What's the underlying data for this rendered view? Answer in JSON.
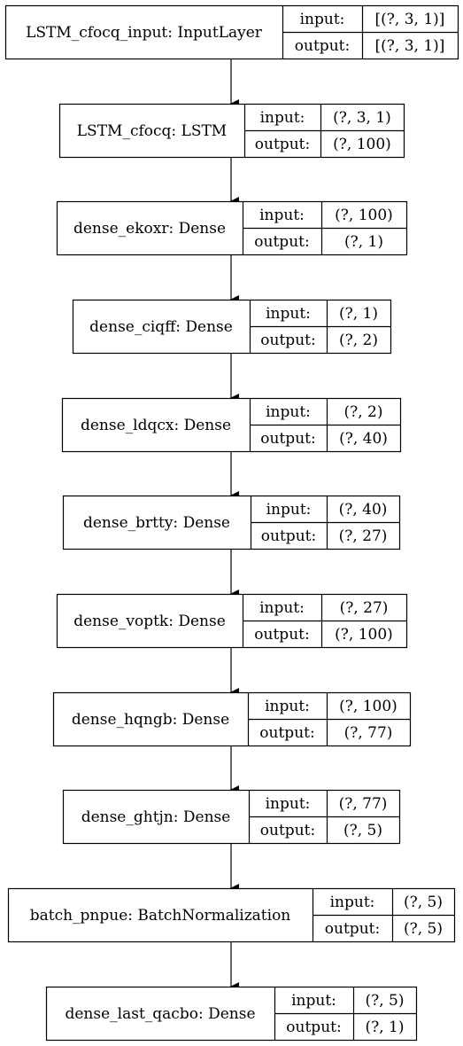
{
  "layers": [
    {
      "label": "LSTM_cfocq_input: InputLayer",
      "input_label": "input:",
      "output_label": "output:",
      "input": "[(?, 3, 1)]",
      "output": "[(?, 3, 1)]"
    },
    {
      "label": "LSTM_cfocq: LSTM",
      "input_label": "input:",
      "output_label": "output:",
      "input": "(?, 3, 1)",
      "output": "(?, 100)"
    },
    {
      "label": "dense_ekoxr: Dense",
      "input_label": "input:",
      "output_label": "output:",
      "input": "(?, 100)",
      "output": "(?, 1)"
    },
    {
      "label": "dense_ciqff: Dense",
      "input_label": "input:",
      "output_label": "output:",
      "input": "(?, 1)",
      "output": "(?, 2)"
    },
    {
      "label": "dense_ldqcx: Dense",
      "input_label": "input:",
      "output_label": "output:",
      "input": "(?, 2)",
      "output": "(?, 40)"
    },
    {
      "label": "dense_brtty: Dense",
      "input_label": "input:",
      "output_label": "output:",
      "input": "(?, 40)",
      "output": "(?, 27)"
    },
    {
      "label": "dense_voptk: Dense",
      "input_label": "input:",
      "output_label": "output:",
      "input": "(?, 27)",
      "output": "(?, 100)"
    },
    {
      "label": "dense_hqngb: Dense",
      "input_label": "input:",
      "output_label": "output:",
      "input": "(?, 100)",
      "output": "(?, 77)"
    },
    {
      "label": "dense_ghtjn: Dense",
      "input_label": "input:",
      "output_label": "output:",
      "input": "(?, 77)",
      "output": "(?, 5)"
    },
    {
      "label": "batch_pnpue: BatchNormalization",
      "input_label": "input:",
      "output_label": "output:",
      "input": "(?, 5)",
      "output": "(?, 5)"
    },
    {
      "label": "dense_last_qacbo: Dense",
      "input_label": "input:",
      "output_label": "output:",
      "input": "(?, 5)",
      "output": "(?, 1)"
    }
  ]
}
